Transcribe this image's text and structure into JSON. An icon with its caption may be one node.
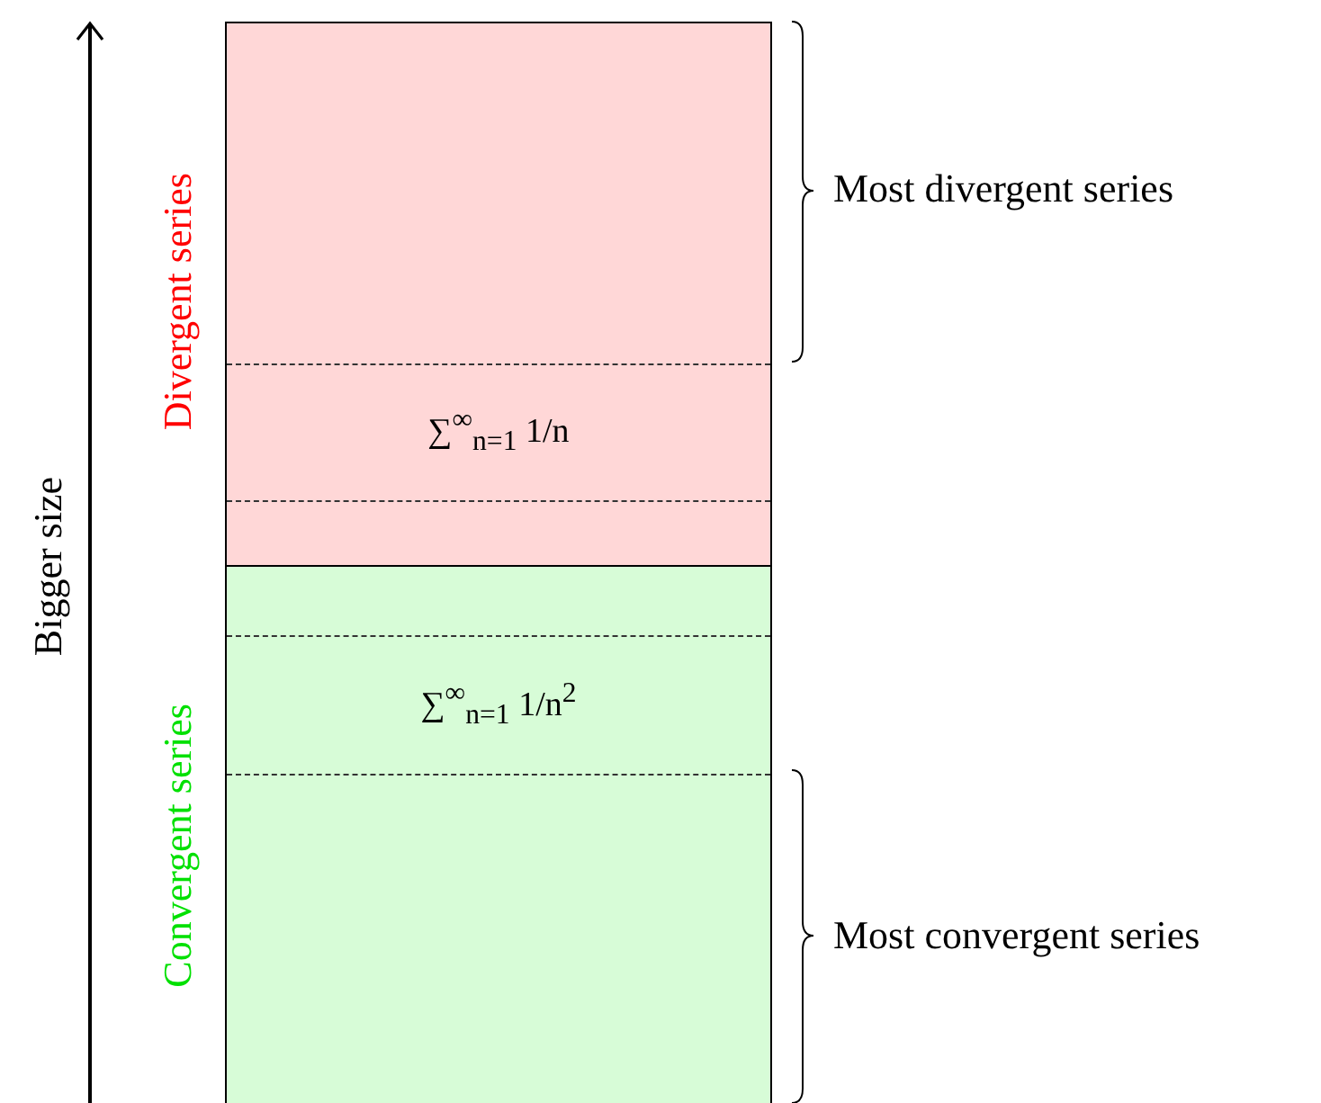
{
  "diagram": {
    "nodes": [
      {
        "text": [
          "Divergent series"
        ]
      },
      {
        "text": [
          "∑$^{∞}$$_{n=1}$ 1/n"
        ],
        "in": 0
      },
      {
        "text": [
          "Convergent series"
        ]
      },
      {
        "text": [
          "∑$^{∞}$$_{n=1}$ 1/n$^{2}$"
        ],
        "in": 2
      }
    ],
    "edges": [],
    "labels": [
      "Bigger size",
      "Most divergent series",
      "Most convergent series"
    ]
  }
}
